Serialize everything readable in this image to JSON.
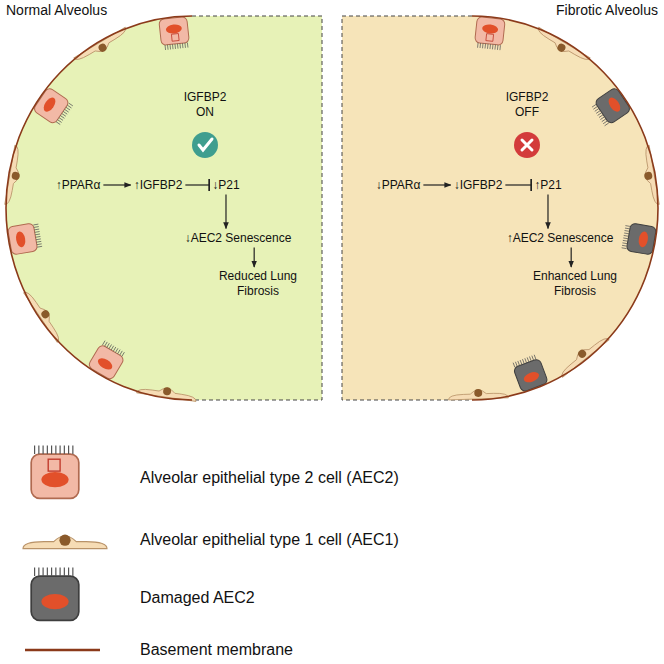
{
  "diagram": {
    "nodes": [
      {
        "text": [
          "Normal Alveolus"
        ]
      },
      {
        "text": [
          "IGFBP2 ON"
        ],
        "in": 0
      },
      {
        "text": [
          "↑PPARα"
        ],
        "in": 0
      },
      {
        "text": [
          "↑IGFBP2"
        ],
        "in": 0
      },
      {
        "text": [
          "↓P21"
        ],
        "in": 0
      },
      {
        "text": [
          "↓AEC2 Senescence"
        ],
        "in": 0
      },
      {
        "text": [
          "Reduced Lung Fibrosis"
        ],
        "in": 0
      },
      {
        "text": [
          "Fibrotic Alveolus"
        ]
      },
      {
        "text": [
          "IGFBP2 OFF"
        ],
        "in": 7
      },
      {
        "text": [
          "↓PPARα"
        ],
        "in": 7
      },
      {
        "text": [
          "↓IGFBP2"
        ],
        "in": 7
      },
      {
        "text": [
          "↑P21"
        ],
        "in": 7
      },
      {
        "text": [
          "↑AEC2 Senescence"
        ],
        "in": 7
      },
      {
        "text": [
          "Enhanced Lung Fibrosis"
        ],
        "in": 7
      }
    ],
    "edges": [
      {
        "from": 2,
        "to": 3,
        "arrow": "to"
      },
      {
        "from": 3,
        "to": 4,
        "arrow": "to"
      },
      {
        "from": 4,
        "to": 5,
        "arrow": "to"
      },
      {
        "from": 5,
        "to": 6,
        "arrow": "to"
      },
      {
        "from": 9,
        "to": 10,
        "arrow": "to"
      },
      {
        "from": 10,
        "to": 11,
        "arrow": "to"
      },
      {
        "from": 11,
        "to": 12,
        "arrow": "to"
      },
      {
        "from": 12,
        "to": 13,
        "arrow": "to"
      }
    ],
    "legend": [
      {
        "text": "Alveolar epithelial type 2 cell (AEC2)"
      },
      {
        "text": "Alveolar epithelial type 1 cell (AEC1)"
      },
      {
        "text": "Damaged AEC2"
      },
      {
        "text": "Basement membrane"
      }
    ]
  }
}
